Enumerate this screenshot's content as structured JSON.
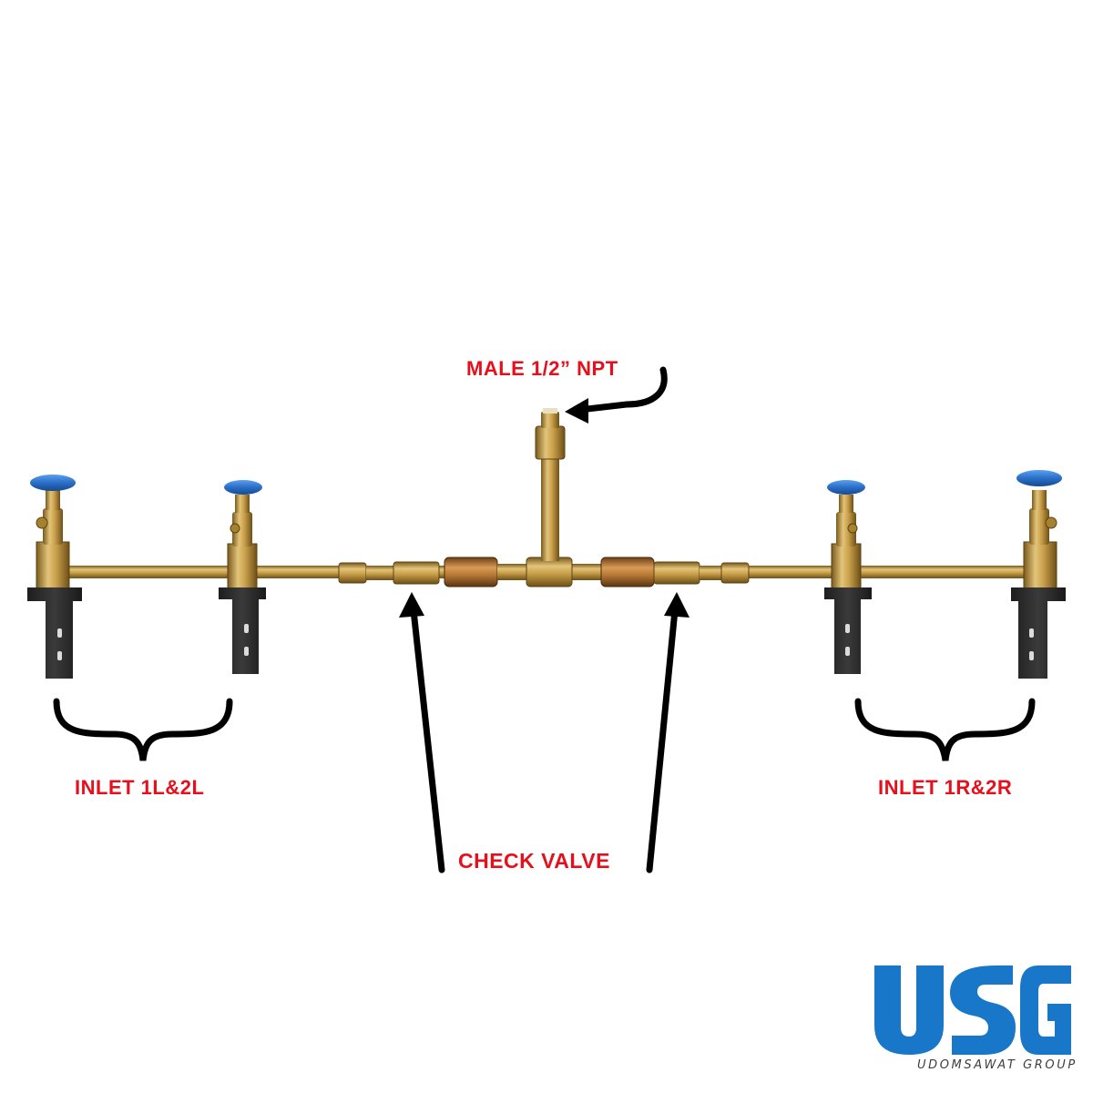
{
  "labels": {
    "outlet": "MALE 1/2” NPT",
    "inlet_left": "INLET 1L&2L",
    "inlet_right": "INLET 1R&2R",
    "check_valve": "CHECK VALVE"
  },
  "logo": {
    "mark": "USG",
    "company": "UDOMSAWAT GROUP"
  },
  "colors": {
    "label_red": "#e5101c",
    "brass": "#c9a04a",
    "handle_blue": "#2a6fc8",
    "logo_blue": "#1877c9",
    "bracket": "#2b2b2b"
  }
}
